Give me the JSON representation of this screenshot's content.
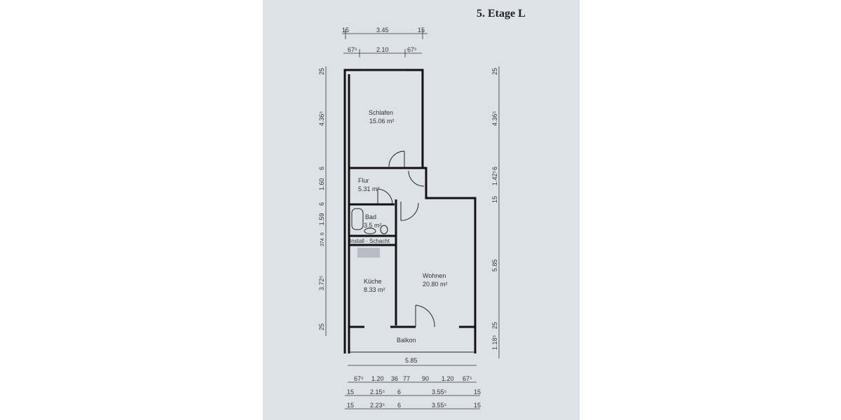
{
  "title": "5. Etage L",
  "rooms": {
    "schlafen": {
      "name": "Schlafen",
      "area": "15.06 m²"
    },
    "flur": {
      "name": "Flur",
      "area": "5.31 m²"
    },
    "bad": {
      "name": "Bad",
      "area": "3.5 m²"
    },
    "schacht": {
      "name": "Install - Schacht"
    },
    "kueche": {
      "name": "Küche",
      "area": "8.33 m²"
    },
    "wohnen": {
      "name": "Wohnen",
      "area": "20.80 m²"
    },
    "balkon": {
      "name": "Balkon"
    }
  },
  "dimensions": {
    "top": [
      "15",
      "3.45",
      "15"
    ],
    "top2": [
      "67⁵",
      "2.10",
      "67⁵"
    ],
    "left": [
      "25",
      "4.36⁵",
      "6",
      "1.60",
      "6",
      "1.59",
      "6",
      "374",
      "3.72⁵",
      "25"
    ],
    "right": [
      "25",
      "4.36⁵",
      "6",
      "1.42⁵",
      "15",
      "5.85",
      "25",
      "1.18⁵"
    ],
    "bottom_total": "5.85",
    "bottom1": [
      "67⁵",
      "1.20",
      "36",
      "77",
      "90",
      "1.20",
      "67⁵"
    ],
    "bottom2": [
      "15",
      "2.15⁵",
      "6",
      "3.55⁵",
      "15"
    ],
    "bottom3": [
      "15",
      "2.23⁵",
      "6",
      "3.55⁵",
      "15"
    ]
  }
}
